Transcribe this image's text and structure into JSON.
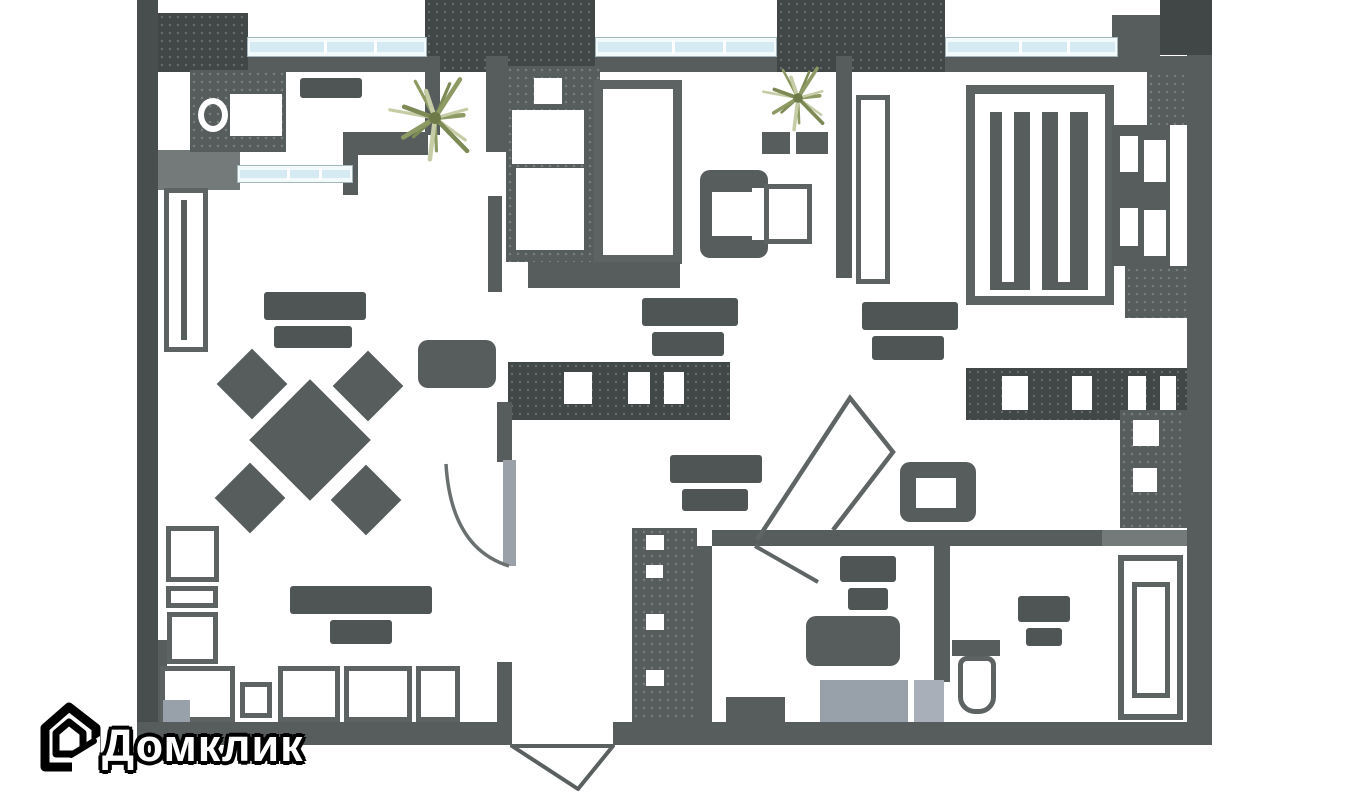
{
  "watermark": {
    "text": "Домклик",
    "icon": "house-icon"
  },
  "palette": {
    "background": "#ffffff",
    "wall": "#575d5d",
    "wall_dark": "#414747",
    "wall_light": "#747a7a",
    "window_glass": "#d5eaf3",
    "appliance_gray": "#98a0aa",
    "plant_olive": "#8e9a63",
    "plant_light": "#c6cda6",
    "label_blob": "#4f5555",
    "logo_text_color": "#ffffff",
    "logo_outline_color": "#000000"
  },
  "plan": {
    "type": "apartment-floor-plan",
    "windows_count": 4,
    "plants_count": 2,
    "entry_door": "bottom-center V-shaped swing",
    "room_label_blobs_count": 8,
    "labels_legible": false
  }
}
